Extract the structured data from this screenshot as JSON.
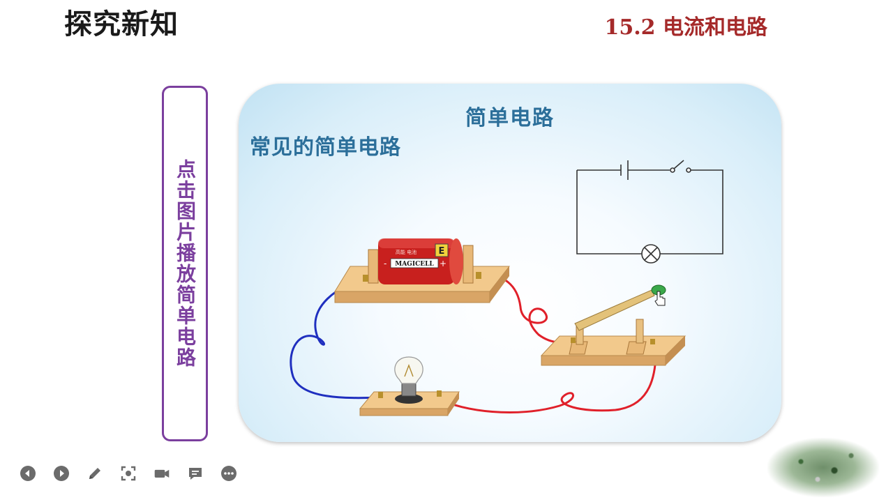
{
  "slide": {
    "title": "探究新知",
    "section": "15.2  电流和电路"
  },
  "play_box": {
    "label": "点击图片播放简单电路"
  },
  "panel": {
    "title": "简单电路",
    "subtitle": "常见的简单电路",
    "battery_label": "MAGICELL",
    "battery_top_text": "高能 电池",
    "battery_minus": "-",
    "battery_plus": "+",
    "battery_terminal": "E"
  },
  "toolbar": {
    "buttons": [
      {
        "icon": "previous-icon"
      },
      {
        "icon": "next-icon"
      },
      {
        "icon": "pen-icon"
      },
      {
        "icon": "focus-icon"
      },
      {
        "icon": "camera-icon"
      },
      {
        "icon": "comment-icon"
      },
      {
        "icon": "more-icon"
      }
    ]
  },
  "colors": {
    "title_red": "#a52a2a",
    "purple": "#7b3f9e",
    "panel_blue": "#2c6f9a",
    "wire_blue": "#1f2fbf",
    "wire_red": "#e0202a",
    "toolbar_gray": "#6b6b6b"
  }
}
